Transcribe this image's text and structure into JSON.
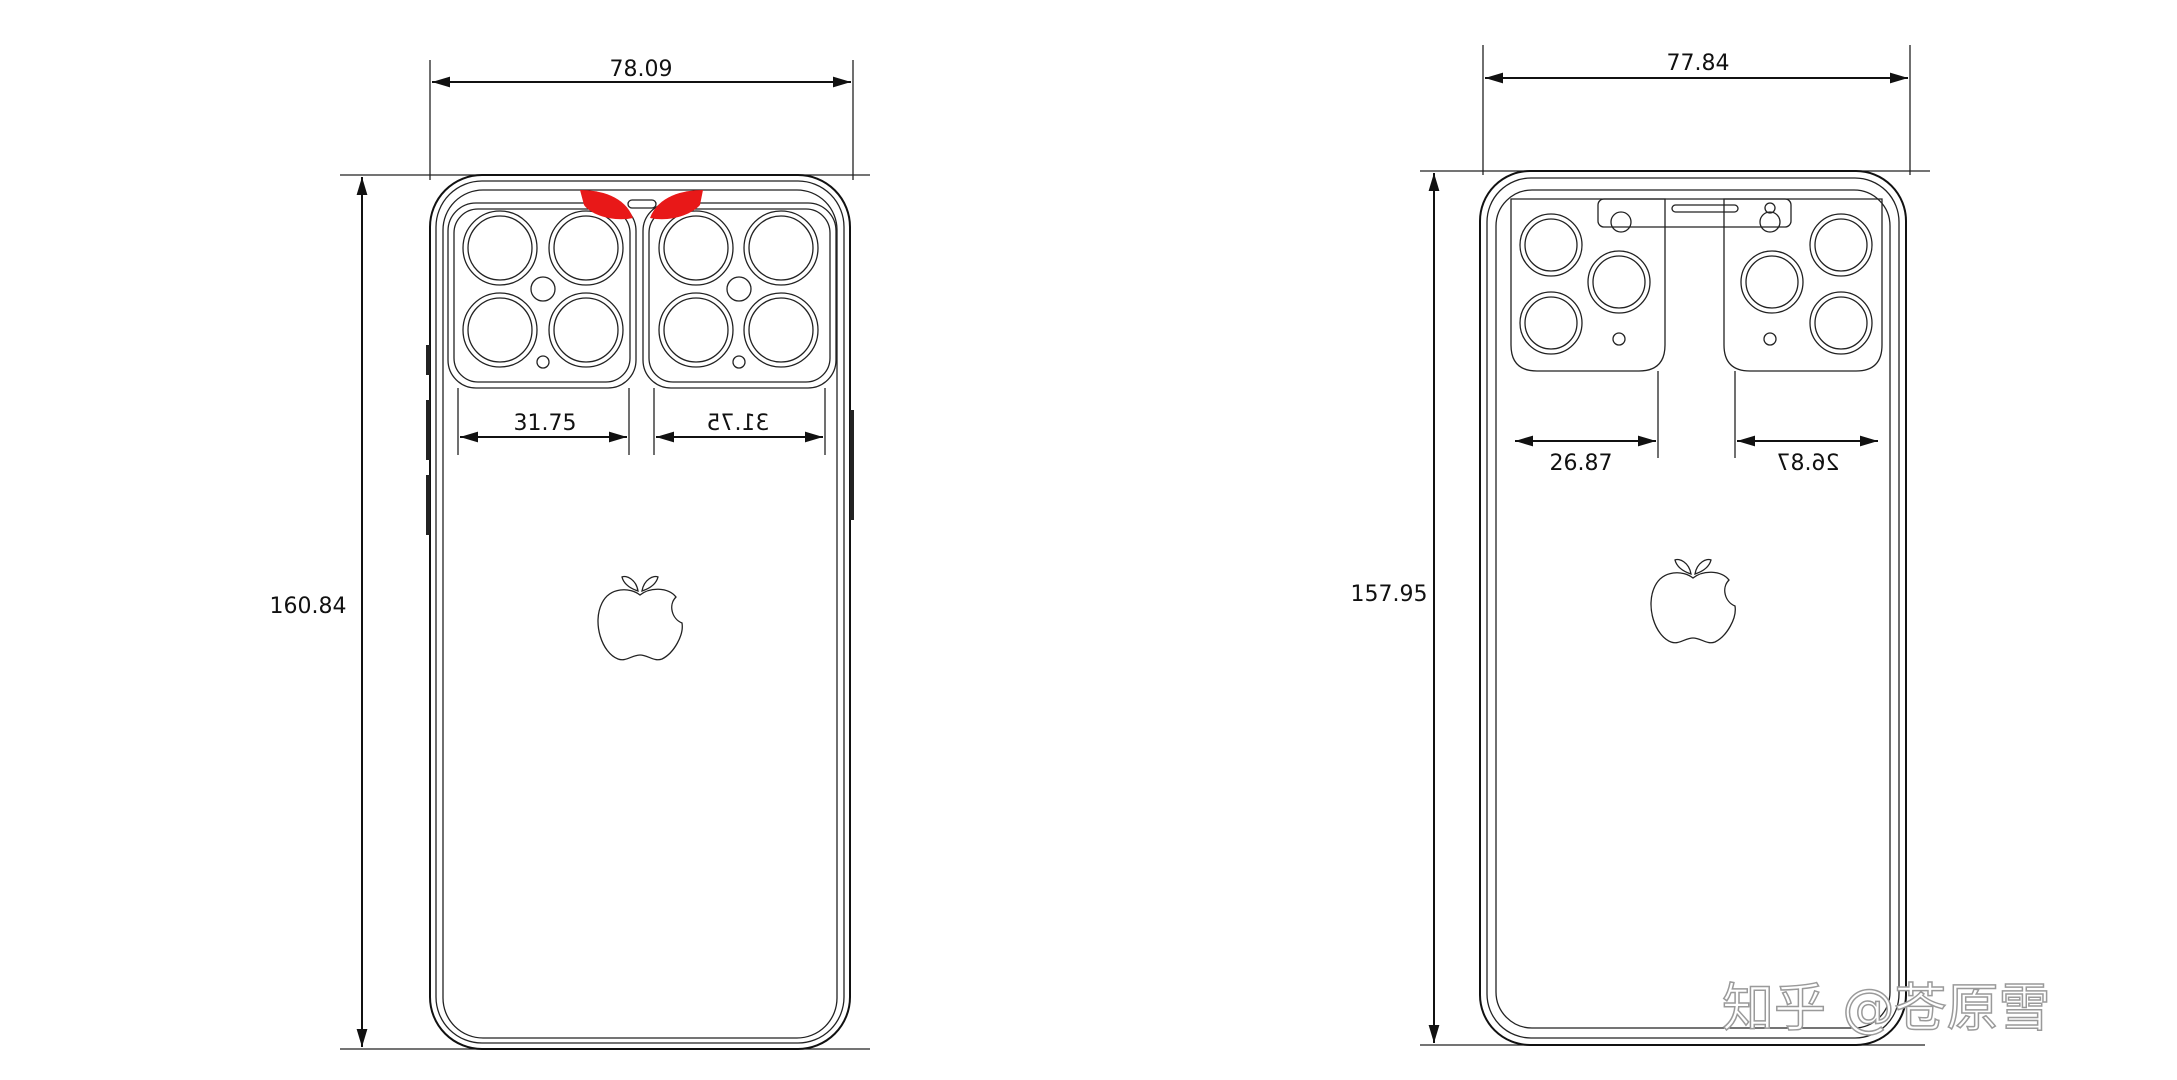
{
  "phones": [
    {
      "width_label": "78.09",
      "height_label": "160.84",
      "module_left_label": "31.75",
      "module_right_label": "31.75",
      "highlight_color": "#e81818"
    },
    {
      "width_label": "77.84",
      "height_label": "157.95",
      "module_left_label": "26.87",
      "module_right_label": "26.87"
    }
  ],
  "watermark": "知乎 @苍原雪"
}
